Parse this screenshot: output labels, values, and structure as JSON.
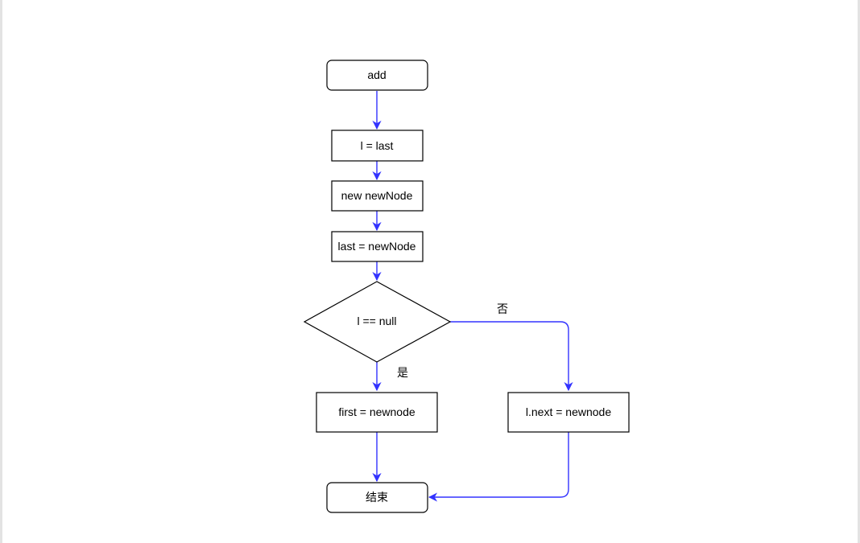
{
  "colors": {
    "edge": "#3333ff",
    "node_stroke": "#000000",
    "node_fill": "#ffffff"
  },
  "nodes": {
    "start": "add",
    "assign_l": "l = last",
    "create_node": "new newNode",
    "assign_last": "last = newNode",
    "decision": "l == null",
    "yes_branch": "first = newnode",
    "no_branch": "l.next = newnode",
    "end": "结束"
  },
  "edge_labels": {
    "yes": "是",
    "no": "否"
  }
}
